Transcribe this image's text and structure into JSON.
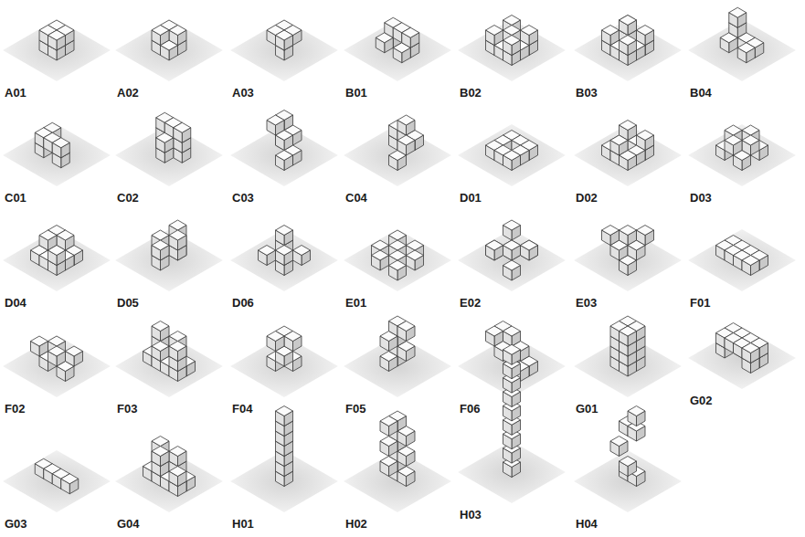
{
  "diagram": {
    "labels": [
      "A01",
      "A02",
      "A03",
      "B01",
      "B02",
      "B03",
      "B04",
      "C01",
      "C02",
      "C03",
      "C04",
      "D01",
      "D02",
      "D03",
      "D04",
      "D05",
      "D06",
      "E01",
      "E02",
      "E03",
      "F01",
      "F02",
      "F03",
      "F04",
      "F05",
      "F06",
      "G01",
      "G02",
      "G03",
      "G04",
      "H01",
      "H02",
      "H03",
      "H04"
    ]
  }
}
